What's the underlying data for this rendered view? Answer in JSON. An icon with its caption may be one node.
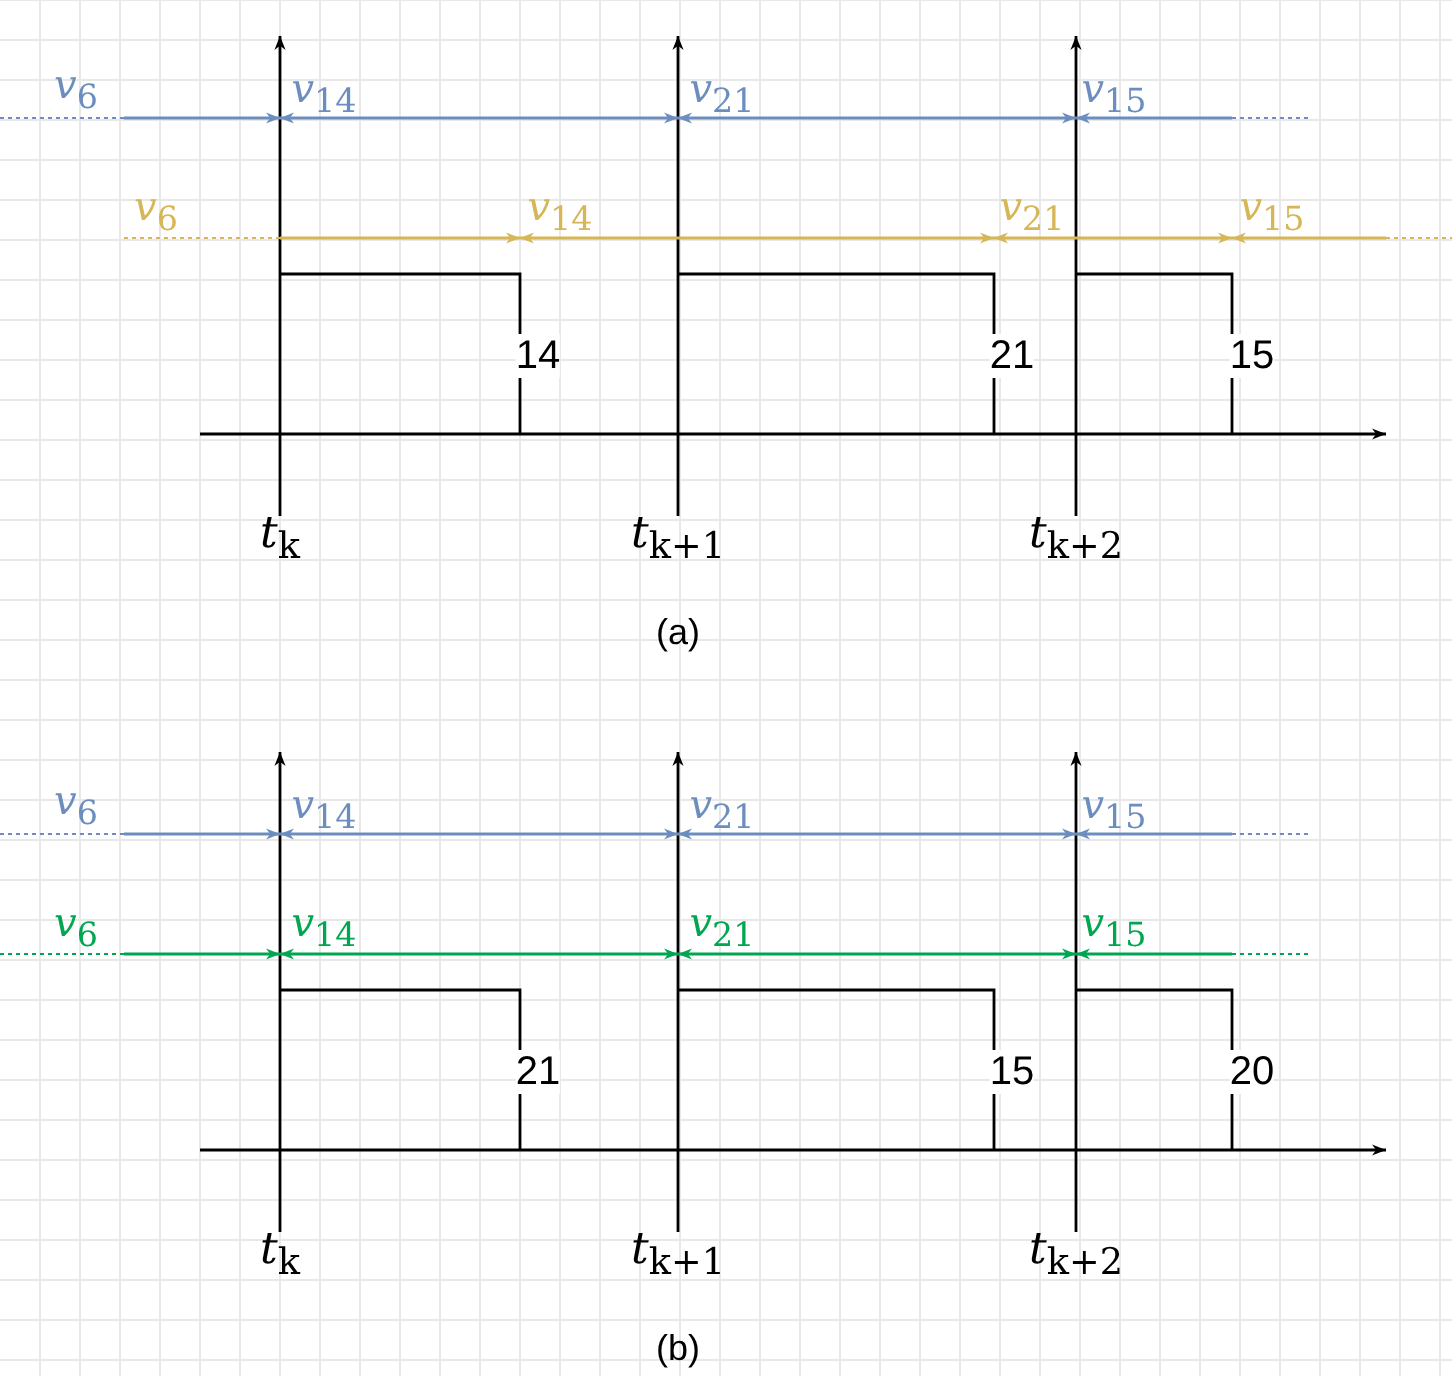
{
  "diagram": {
    "labels": [
      "*v*$_{6}$",
      "*v*$_{14}$",
      "*v*$_{21}$",
      "*v*$_{15}$",
      "*v*$_{6}$",
      "*v*$_{14}$",
      "*v*$_{21}$",
      "*v*$_{15}$",
      "14",
      "21",
      "15",
      "*t*$_{k}$",
      "*t*$_{k+1}$",
      "*t*$_{k+2}$",
      "(a)",
      "*v*$_{6}$",
      "*v*$_{14}$",
      "*v*$_{21}$",
      "*v*$_{15}$",
      "*v*$_{6}$",
      "*v*$_{14}$",
      "*v*$_{21}$",
      "*v*$_{15}$",
      "21",
      "15",
      "20",
      "*t*$_{k}$",
      "*t*$_{k+1}$",
      "*t*$_{k+2}$",
      "(b)"
    ]
  }
}
